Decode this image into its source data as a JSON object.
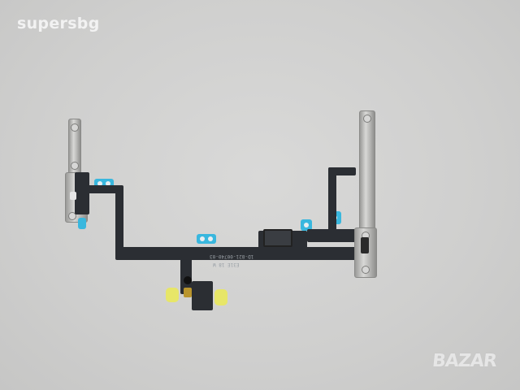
{
  "watermarks": {
    "top_left": "supersbg",
    "bottom_right": "BAZAR"
  },
  "part_markings": {
    "line1": "1D-821-00740-03",
    "line2": "E31E 18 W"
  },
  "subject": "Power button and volume key flex cable with metal brackets",
  "colors": {
    "background": "#cfcfcf",
    "flex": "#2b2e33",
    "adhesive_blue": "#39b7de",
    "adhesive_yellow": "#e9e85c",
    "metal": "#c0c0be"
  }
}
